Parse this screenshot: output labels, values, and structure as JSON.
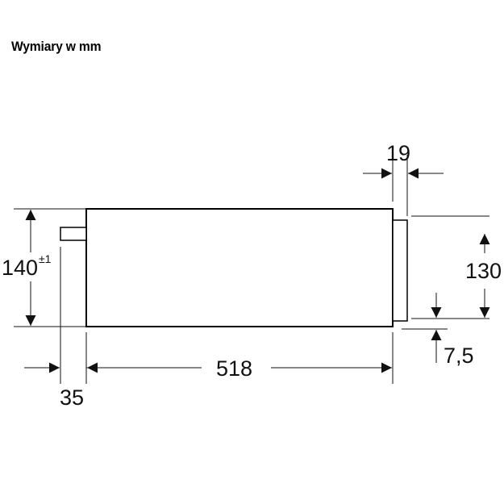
{
  "title": "Wymiary w mm",
  "dimensions": {
    "height_total": "140",
    "height_tolerance": "±1",
    "front_height": "130",
    "front_thickness": "19",
    "bottom_offset": "7,5",
    "depth": "518",
    "handle_depth": "35"
  }
}
